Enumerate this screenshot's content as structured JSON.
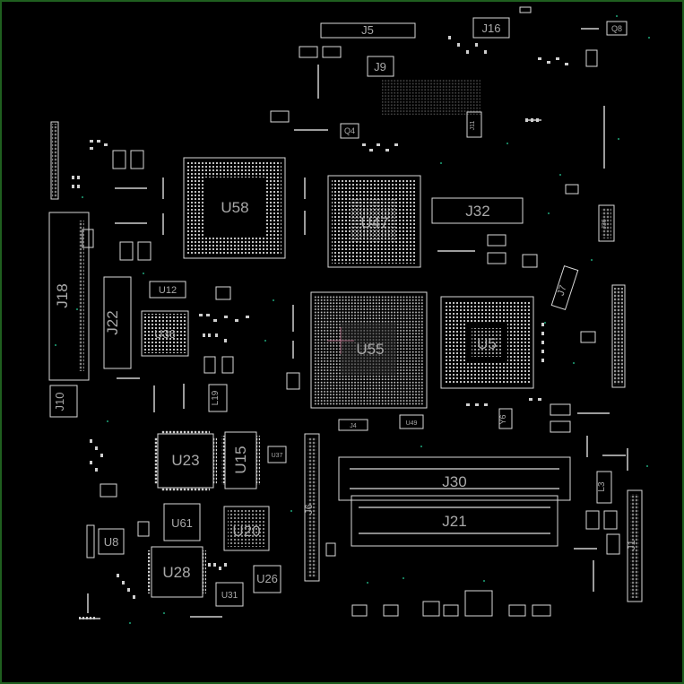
{
  "title": "",
  "colors": {
    "background": "#000000",
    "border": "#1f5f1f",
    "silkscreen": "#d8d8d8",
    "label": "#a9a9a9",
    "via_dot": "#1fa57a"
  },
  "components": {
    "u58": "U58",
    "u47": "U47",
    "u55": "U55",
    "u5": "U5",
    "u36": "U36",
    "u12": "U12",
    "u23": "U23",
    "u15": "U15",
    "u61": "U61",
    "u20": "U20",
    "u28": "U28",
    "u8": "U8",
    "u26": "U26",
    "u31": "U31",
    "u49": "U49",
    "u37": "U37",
    "j5": "J5",
    "j16": "J16",
    "j9": "J9",
    "j32": "J32",
    "j18": "J18",
    "j22": "J22",
    "j10": "J10",
    "j30": "J30",
    "j21": "J21",
    "j7": "J7",
    "j6": "J6",
    "j4": "J4",
    "j1": "J1",
    "j11": "J11",
    "j36": "J36",
    "l19": "L19",
    "l3": "L3",
    "y6": "Y6",
    "q8": "Q8",
    "q4": "Q4"
  }
}
